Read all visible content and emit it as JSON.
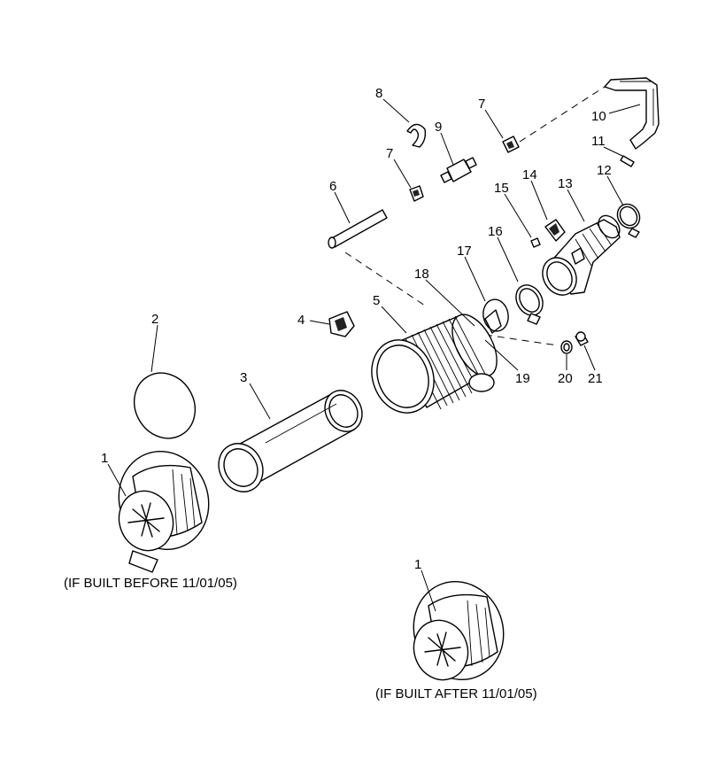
{
  "labels": [
    "1",
    "2",
    "3",
    "4",
    "5",
    "6",
    "7",
    "8",
    "9",
    "7",
    "10",
    "11",
    "12",
    "13",
    "14",
    "15",
    "16",
    "17",
    "18",
    "19",
    "20",
    "21",
    "1"
  ],
  "captions": {
    "before": "(IF BUILT BEFORE 11/01/05)",
    "after": "(IF BUILT AFTER 11/01/05)"
  }
}
